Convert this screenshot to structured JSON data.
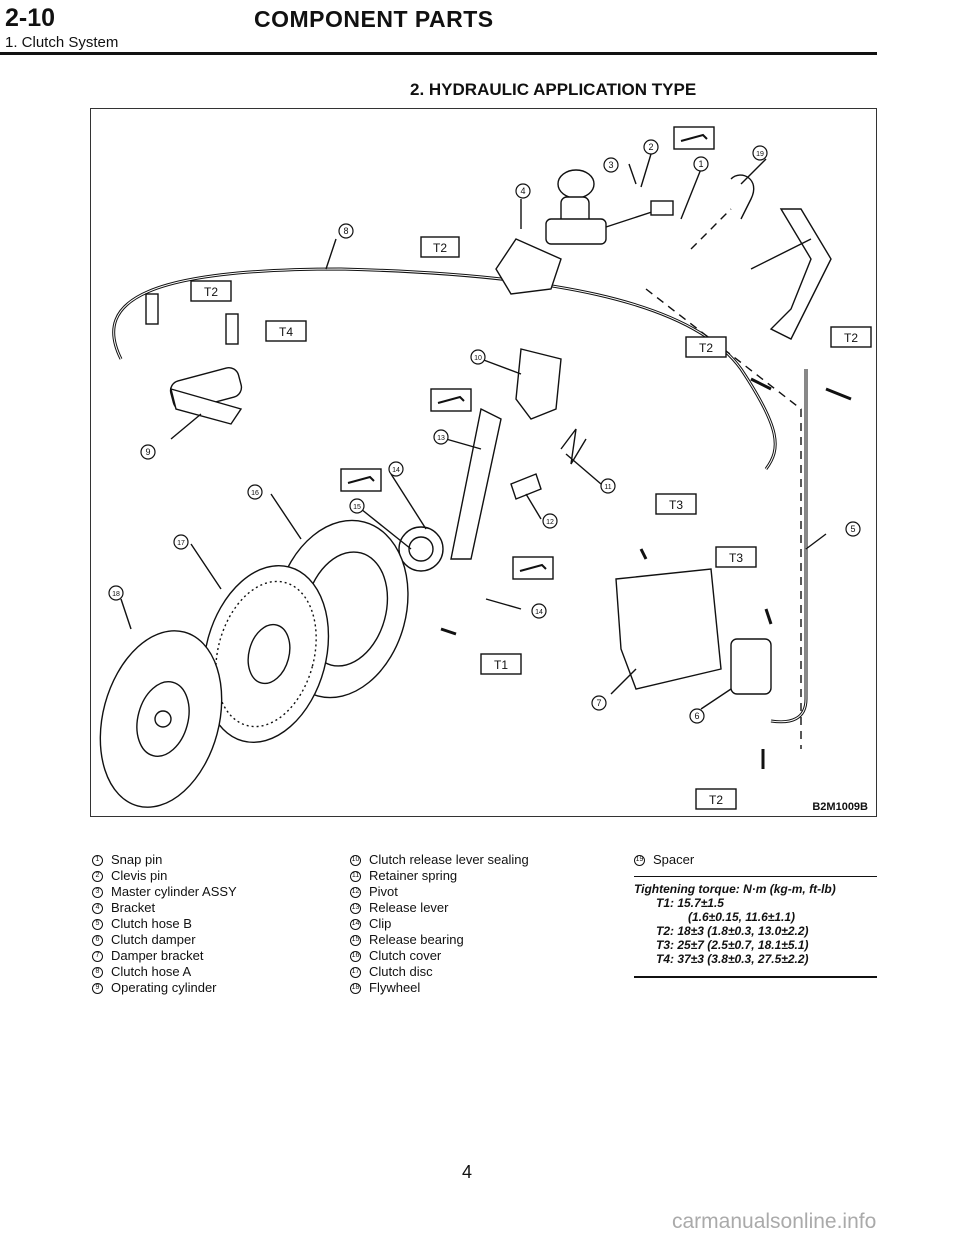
{
  "header": {
    "code": "2-10",
    "title": "COMPONENT PARTS",
    "subtitle": "1. Clutch System"
  },
  "section_title": "2. HYDRAULIC APPLICATION TYPE",
  "figure": {
    "code": "B2M1009B",
    "callouts": [
      "1",
      "2",
      "3",
      "4",
      "5",
      "6",
      "7",
      "8",
      "9",
      "10",
      "11",
      "12",
      "13",
      "14",
      "15",
      "16",
      "17",
      "18",
      "19"
    ],
    "torque_tags": [
      "T1",
      "T2",
      "T3",
      "T4"
    ]
  },
  "legend": {
    "col1": [
      {
        "n": "1",
        "text": "Snap pin"
      },
      {
        "n": "2",
        "text": "Clevis pin"
      },
      {
        "n": "3",
        "text": "Master cylinder ASSY"
      },
      {
        "n": "4",
        "text": "Bracket"
      },
      {
        "n": "5",
        "text": "Clutch hose B"
      },
      {
        "n": "6",
        "text": "Clutch damper"
      },
      {
        "n": "7",
        "text": "Damper bracket"
      },
      {
        "n": "8",
        "text": "Clutch hose A"
      },
      {
        "n": "9",
        "text": "Operating cylinder"
      }
    ],
    "col2": [
      {
        "n": "10",
        "text": "Clutch release lever sealing"
      },
      {
        "n": "11",
        "text": "Retainer spring"
      },
      {
        "n": "12",
        "text": "Pivot"
      },
      {
        "n": "13",
        "text": "Release lever"
      },
      {
        "n": "14",
        "text": "Clip"
      },
      {
        "n": "15",
        "text": "Release bearing"
      },
      {
        "n": "16",
        "text": "Clutch cover"
      },
      {
        "n": "17",
        "text": "Clutch disc"
      },
      {
        "n": "18",
        "text": "Flywheel"
      }
    ],
    "col3": [
      {
        "n": "19",
        "text": "Spacer"
      }
    ]
  },
  "torque": {
    "heading": "Tightening torque: N·m (kg-m, ft-lb)",
    "t1a": "T1: 15.7±1.5",
    "t1b": "(1.6±0.15, 11.6±1.1)",
    "t2": "T2: 18±3 (1.8±0.3, 13.0±2.2)",
    "t3": "T3: 25±7 (2.5±0.7, 18.1±5.1)",
    "t4": "T4: 37±3 (3.8±0.3, 27.5±2.2)"
  },
  "page_number": "4",
  "watermark": "carmanualsonline.info"
}
